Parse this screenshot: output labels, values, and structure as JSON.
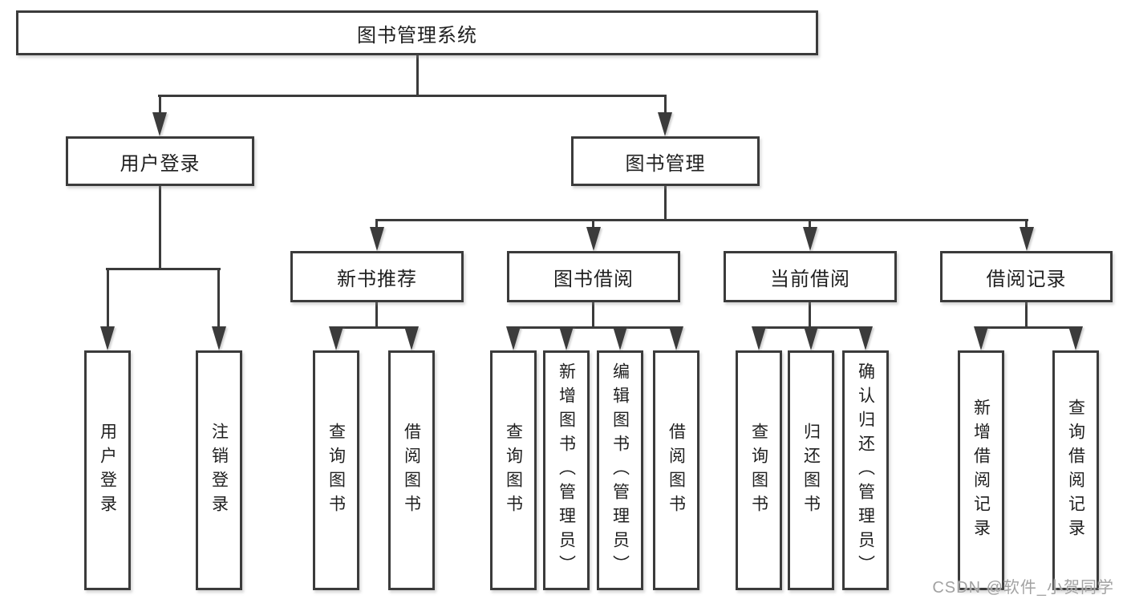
{
  "diagram": {
    "title": "图书管理系统",
    "root": {
      "label": "图书管理系统"
    },
    "branches": [
      {
        "label": "用户登录",
        "children": [
          {
            "label": "用户登录"
          },
          {
            "label": "注销登录"
          }
        ]
      },
      {
        "label": "图书管理",
        "children": [
          {
            "label": "新书推荐",
            "children": [
              {
                "label": "查询图书"
              },
              {
                "label": "借阅图书"
              }
            ]
          },
          {
            "label": "图书借阅",
            "children": [
              {
                "label": "查询图书"
              },
              {
                "label": "新增图书（管理员）"
              },
              {
                "label": "编辑图书（管理员）"
              },
              {
                "label": "借阅图书"
              }
            ]
          },
          {
            "label": "当前借阅",
            "children": [
              {
                "label": "查询图书"
              },
              {
                "label": "归还图书"
              },
              {
                "label": "确认归还（管理员）"
              }
            ]
          },
          {
            "label": "借阅记录",
            "children": [
              {
                "label": "新增借阅记录"
              },
              {
                "label": "查询借阅记录"
              }
            ]
          }
        ]
      }
    ]
  },
  "watermark": {
    "text": "CSDN @软件_小贺同学"
  },
  "colors": {
    "line": "#3b3b3b",
    "text": "#1f1f1f",
    "background": "#ffffff",
    "watermark": "#a2a2a2"
  }
}
